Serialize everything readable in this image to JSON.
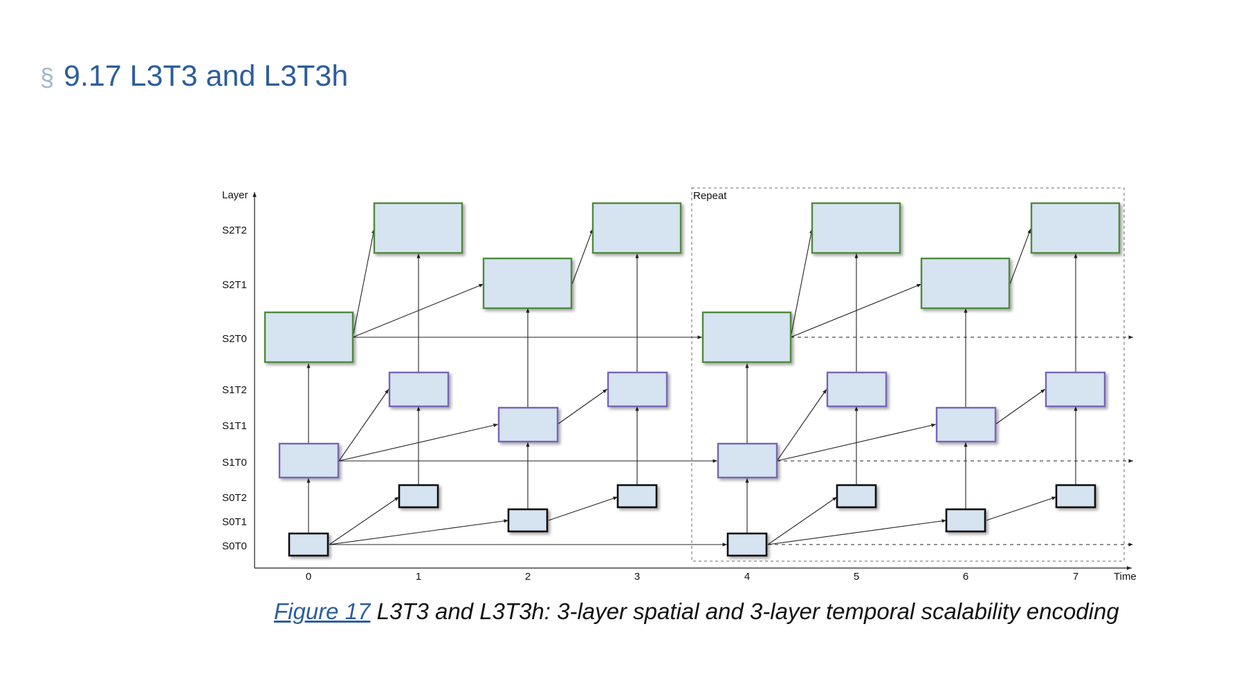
{
  "section": {
    "mark": "§",
    "title": "9.17 L3T3 and L3T3h"
  },
  "diagram": {
    "y_axis_label": "Layer",
    "x_axis_label": "Time",
    "repeat_label": "Repeat",
    "layers": [
      "S2T2",
      "S2T1",
      "S2T0",
      "S1T2",
      "S1T1",
      "S1T0",
      "S0T2",
      "S0T1",
      "S0T0"
    ],
    "time_ticks": [
      "0",
      "1",
      "2",
      "3",
      "4",
      "5",
      "6",
      "7"
    ],
    "colors": {
      "spatial_2": "#4e8a3a",
      "spatial_1": "#7465b8",
      "spatial_0": "#111111",
      "fill": "#d6e3f1"
    }
  },
  "caption": {
    "link": "Figure 17",
    "text": " L3T3 and L3T3h: 3-layer spatial and 3-layer temporal scalability encoding"
  }
}
